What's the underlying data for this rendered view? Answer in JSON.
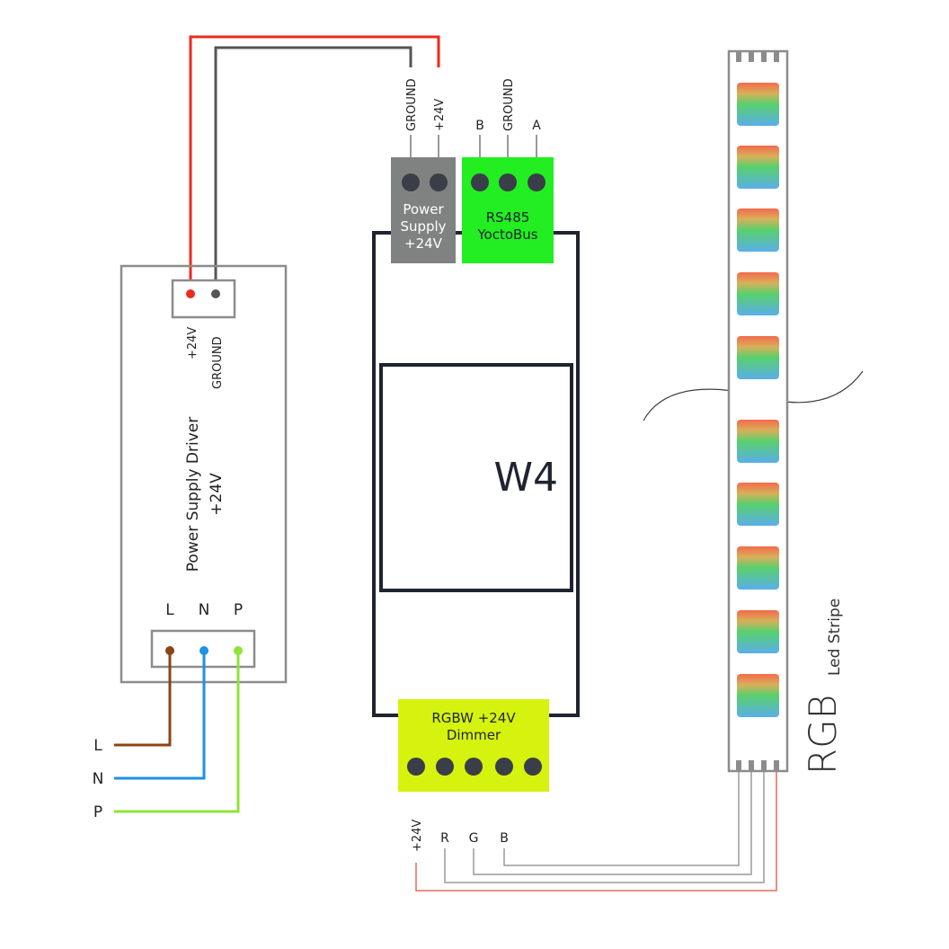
{
  "colors": {
    "wire_24v": "#ee2a1c",
    "wire_ground": "#555555",
    "wire_l": "#8b4513",
    "wire_n": "#1e90e6",
    "wire_p": "#8fe33a",
    "power_block": "#808282",
    "rs485_block": "#22ee22",
    "dimmer_block": "#d6f20f",
    "frame": "#1f2430",
    "psu_frame": "#8c8c8c",
    "strip_frame": "#8c8c8c",
    "led_top": "#f46a4a",
    "led_mid": "#58d06c",
    "led_bottom": "#5aaeea",
    "signal_wire": "#9a9a9a",
    "signal_wire_red": "#e56a5a"
  },
  "psu": {
    "title_line1": "Power Supply Driver",
    "title_line2": "+24V",
    "out_24v": "+24V",
    "out_ground": "GROUND",
    "in_l": "L",
    "in_n": "N",
    "in_p": "P"
  },
  "mains": {
    "l": "L",
    "n": "N",
    "p": "P"
  },
  "w4": {
    "name": "W4",
    "power_line1": "Power",
    "power_line2": "Supply",
    "power_line3": "+24V",
    "power_pin_ground": "GROUND",
    "power_pin_24v": "+24V",
    "rs485_line1": "RS485",
    "rs485_line2": "YoctoBus",
    "rs485_pin_b": "B",
    "rs485_pin_ground": "GROUND",
    "rs485_pin_a": "A",
    "dimmer_line1": "RGBW +24V",
    "dimmer_line2": "Dimmer",
    "dimmer_pin_24v": "+24V",
    "dimmer_pin_r": "R",
    "dimmer_pin_g": "G",
    "dimmer_pin_b": "B"
  },
  "strip": {
    "label_big": "RGB",
    "label_small": "Led Stripe",
    "led_count": 10
  }
}
